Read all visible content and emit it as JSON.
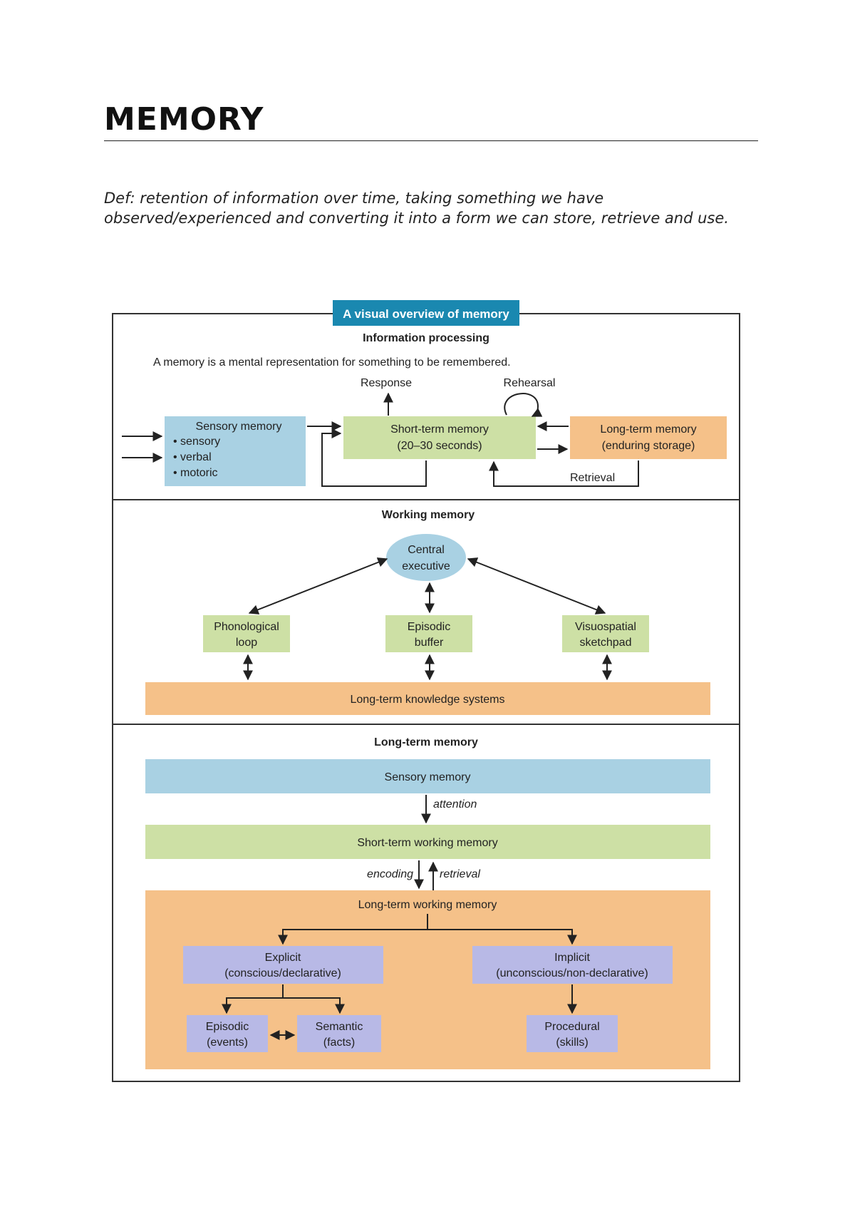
{
  "page": {
    "title": "MEMORY",
    "definition": "Def: retention of information over time, taking something we have observed/experienced and converting it into a form we can store, retrieve and use."
  },
  "diagram": {
    "banner": "A visual overview of memory",
    "colors": {
      "banner": "#1a88b0",
      "sensory": "#a9d1e3",
      "short_term": "#cde0a5",
      "long_term": "#f5c189",
      "central": "#a9d1e3",
      "memory_types": "#b8b9e6",
      "border": "#333333"
    },
    "info_processing": {
      "heading": "Information processing",
      "intro": "A memory is a mental representation for something to be remembered.",
      "response_label": "Response",
      "rehearsal_label": "Rehearsal",
      "retrieval_label": "Retrieval",
      "sensory_title": "Sensory memory",
      "sensory_items": [
        "• sensory",
        "• verbal",
        "• motoric"
      ],
      "short_term_line1": "Short-term memory",
      "short_term_line2": "(20–30 seconds)",
      "long_term_line1": "Long-term memory",
      "long_term_line2": "(enduring storage)"
    },
    "working_memory": {
      "heading": "Working memory",
      "central_line1": "Central",
      "central_line2": "executive",
      "phonological_line1": "Phonological",
      "phonological_line2": "loop",
      "episodic_line1": "Episodic",
      "episodic_line2": "buffer",
      "visuospatial_line1": "Visuospatial",
      "visuospatial_line2": "sketchpad",
      "knowledge_systems": "Long-term knowledge systems"
    },
    "long_term_memory": {
      "heading": "Long-term memory",
      "sensory": "Sensory memory",
      "attention_label": "attention",
      "short_term_working": "Short-term working memory",
      "encoding_label": "encoding",
      "retrieval_label": "retrieval",
      "long_term_working": "Long-term working memory",
      "explicit_line1": "Explicit",
      "explicit_line2": "(conscious/declarative)",
      "implicit_line1": "Implicit",
      "implicit_line2": "(unconscious/non-declarative)",
      "episodic_line1": "Episodic",
      "episodic_line2": "(events)",
      "semantic_line1": "Semantic",
      "semantic_line2": "(facts)",
      "procedural_line1": "Procedural",
      "procedural_line2": "(skills)"
    }
  }
}
